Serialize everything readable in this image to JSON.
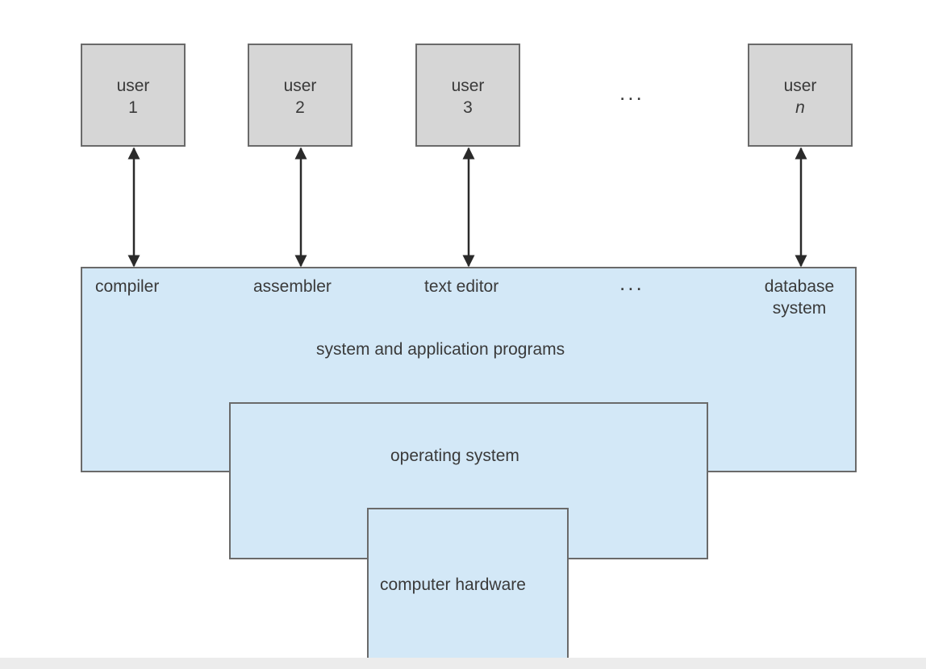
{
  "users": [
    {
      "word": "user",
      "num": "1"
    },
    {
      "word": "user",
      "num": "2"
    },
    {
      "word": "user",
      "num": "3"
    },
    {
      "word": "user",
      "num": "n"
    }
  ],
  "top_ellipsis": "...",
  "programs": {
    "compiler": "compiler",
    "assembler": "assembler",
    "text_editor": "text editor",
    "ellipsis": "...",
    "database_line1": "database",
    "database_line2": "system"
  },
  "layers": {
    "apps": "system and application programs",
    "os": "operating system",
    "hardware": "computer hardware"
  }
}
